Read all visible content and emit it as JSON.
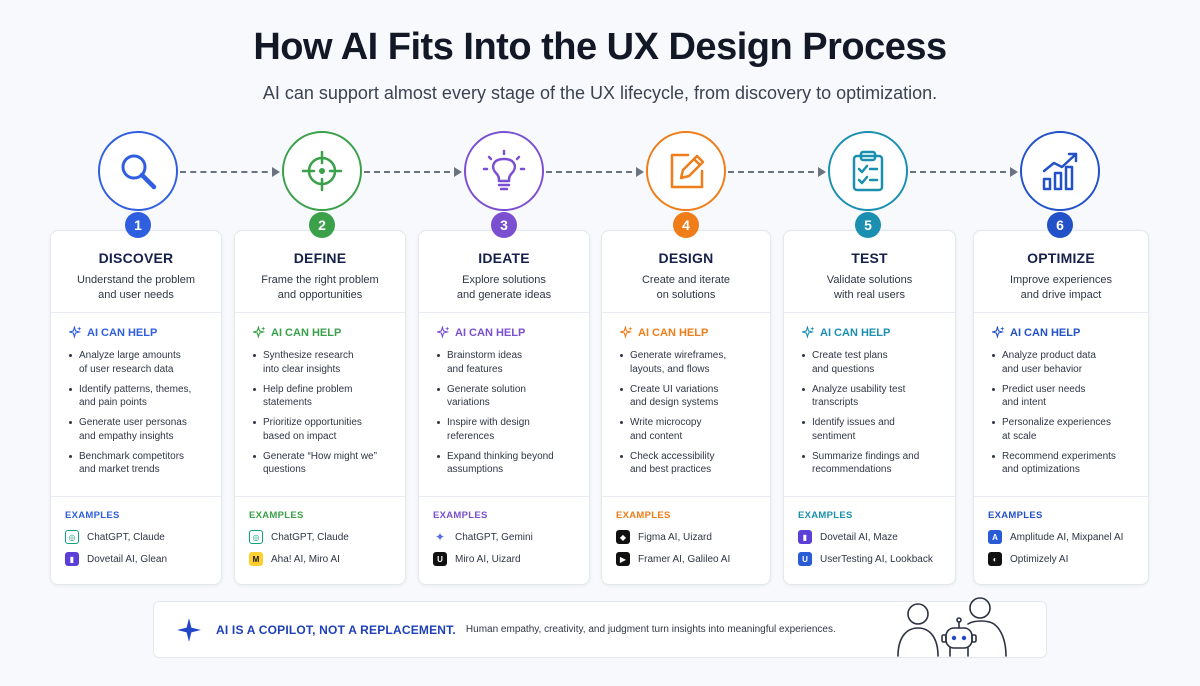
{
  "header": {
    "title": "How AI Fits Into the UX Design Process",
    "subtitle": "AI can support almost every stage of the UX lifecycle, from discovery to optimization."
  },
  "stages": [
    {
      "number": "1",
      "name": "DISCOVER",
      "desc1": "Understand the problem",
      "desc2": "and user needs",
      "color": "#2f5fe0",
      "icon": "magnifier-icon",
      "help_label": "AI CAN HELP",
      "examples_label": "EXAMPLES",
      "items": [
        [
          "Analyze large amounts",
          "of user research data"
        ],
        [
          "Identify patterns, themes,",
          "and pain points"
        ],
        [
          "Generate user personas",
          "and empathy insights"
        ],
        [
          "Benchmark competitors",
          "and market trends"
        ]
      ],
      "examples": [
        {
          "text": "ChatGPT, Claude",
          "icon": "openai-logo-icon"
        },
        {
          "text": "Dovetail AI, Glean",
          "icon": "dovetail-logo-icon"
        }
      ]
    },
    {
      "number": "2",
      "name": "DEFINE",
      "desc1": "Frame the right problem",
      "desc2": "and opportunities",
      "color": "#3aa04a",
      "icon": "target-icon",
      "help_label": "AI CAN HELP",
      "examples_label": "EXAMPLES",
      "items": [
        [
          "Synthesize research",
          "into clear insights"
        ],
        [
          "Help define problem",
          "statements"
        ],
        [
          "Prioritize opportunities",
          "based on impact"
        ],
        [
          "Generate “How might we”",
          "questions"
        ]
      ],
      "examples": [
        {
          "text": "ChatGPT, Claude",
          "icon": "openai-logo-icon"
        },
        {
          "text": "Aha! AI, Miro AI",
          "icon": "miro-logo-icon"
        }
      ]
    },
    {
      "number": "3",
      "name": "IDEATE",
      "desc1": "Explore solutions",
      "desc2": "and generate ideas",
      "color": "#7a4fd0",
      "icon": "lightbulb-icon",
      "help_label": "AI CAN HELP",
      "examples_label": "EXAMPLES",
      "items": [
        [
          "Brainstorm ideas",
          "and features"
        ],
        [
          "Generate solution",
          "variations"
        ],
        [
          "Inspire with design",
          "references"
        ],
        [
          "Expand thinking beyond",
          "assumptions"
        ]
      ],
      "examples": [
        {
          "text": "ChatGPT, Gemini",
          "icon": "gemini-logo-icon"
        },
        {
          "text": "Miro AI, Uizard",
          "icon": "uizard-logo-icon"
        }
      ]
    },
    {
      "number": "4",
      "name": "DESIGN",
      "desc1": "Create and iterate",
      "desc2": "on solutions",
      "color": "#ee7d1a",
      "icon": "pencil-square-icon",
      "help_label": "AI CAN HELP",
      "examples_label": "EXAMPLES",
      "items": [
        [
          "Generate wireframes,",
          "layouts, and flows"
        ],
        [
          "Create UI variations",
          "and design systems"
        ],
        [
          "Write microcopy",
          "and content"
        ],
        [
          "Check accessibility",
          "and best practices"
        ]
      ],
      "examples": [
        {
          "text": "Figma AI, Uizard",
          "icon": "figma-logo-icon"
        },
        {
          "text": "Framer AI, Galileo AI",
          "icon": "framer-logo-icon"
        }
      ]
    },
    {
      "number": "5",
      "name": "TEST",
      "desc1": "Validate solutions",
      "desc2": "with real users",
      "color": "#1a8fb0",
      "icon": "clipboard-check-icon",
      "help_label": "AI CAN HELP",
      "examples_label": "EXAMPLES",
      "items": [
        [
          "Create test plans",
          "and questions"
        ],
        [
          "Analyze usability test",
          "transcripts"
        ],
        [
          "Identify issues and",
          "sentiment"
        ],
        [
          "Summarize findings and",
          "recommendations"
        ]
      ],
      "examples": [
        {
          "text": "Dovetail AI, Maze",
          "icon": "dovetail-logo-icon"
        },
        {
          "text": "UserTesting AI, Lookback",
          "icon": "usertesting-logo-icon"
        }
      ]
    },
    {
      "number": "6",
      "name": "OPTIMIZE",
      "desc1": "Improve experiences",
      "desc2": "and drive impact",
      "color": "#2352c8",
      "icon": "bar-chart-trend-icon",
      "help_label": "AI CAN HELP",
      "examples_label": "EXAMPLES",
      "items": [
        [
          "Analyze product data",
          "and user behavior"
        ],
        [
          "Predict user needs",
          "and intent"
        ],
        [
          "Personalize experiences",
          "at scale"
        ],
        [
          "Recommend experiments",
          "and optimizations"
        ]
      ],
      "examples": [
        {
          "text": "Amplitude AI, Mixpanel AI",
          "icon": "amplitude-logo-icon"
        },
        {
          "text": "Optimizely AI",
          "icon": "optimizely-logo-icon"
        }
      ]
    }
  ],
  "footer": {
    "label": "AI IS A COPILOT, NOT A REPLACEMENT.",
    "text": "Human empathy, creativity, and judgment turn insights into meaningful experiences.",
    "icon": "sparkle-icon",
    "illustration": "human-and-robot-icon"
  }
}
